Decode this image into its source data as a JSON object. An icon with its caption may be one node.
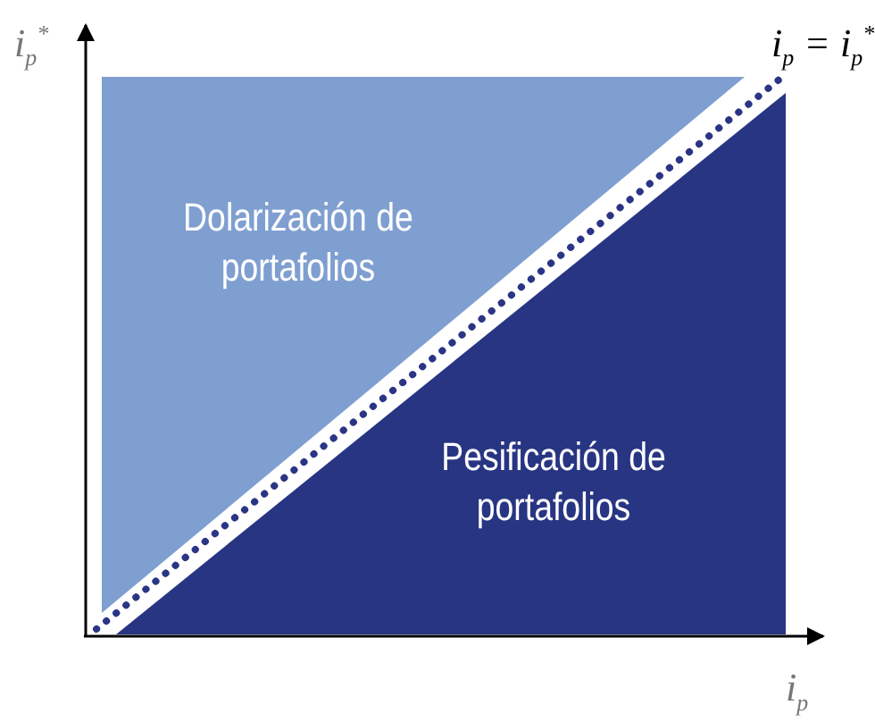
{
  "diagram": {
    "nodes": [
      {
        "text": [
          "Dolarización de portafolios"
        ]
      },
      {
        "text": [
          "Pesificación de portafolios"
        ]
      }
    ],
    "labels": [
      "i$_{p}$$^{*}$",
      "i$_{p}$ = i$_{p}$$^{*}$",
      "i$_{p}$"
    ]
  }
}
